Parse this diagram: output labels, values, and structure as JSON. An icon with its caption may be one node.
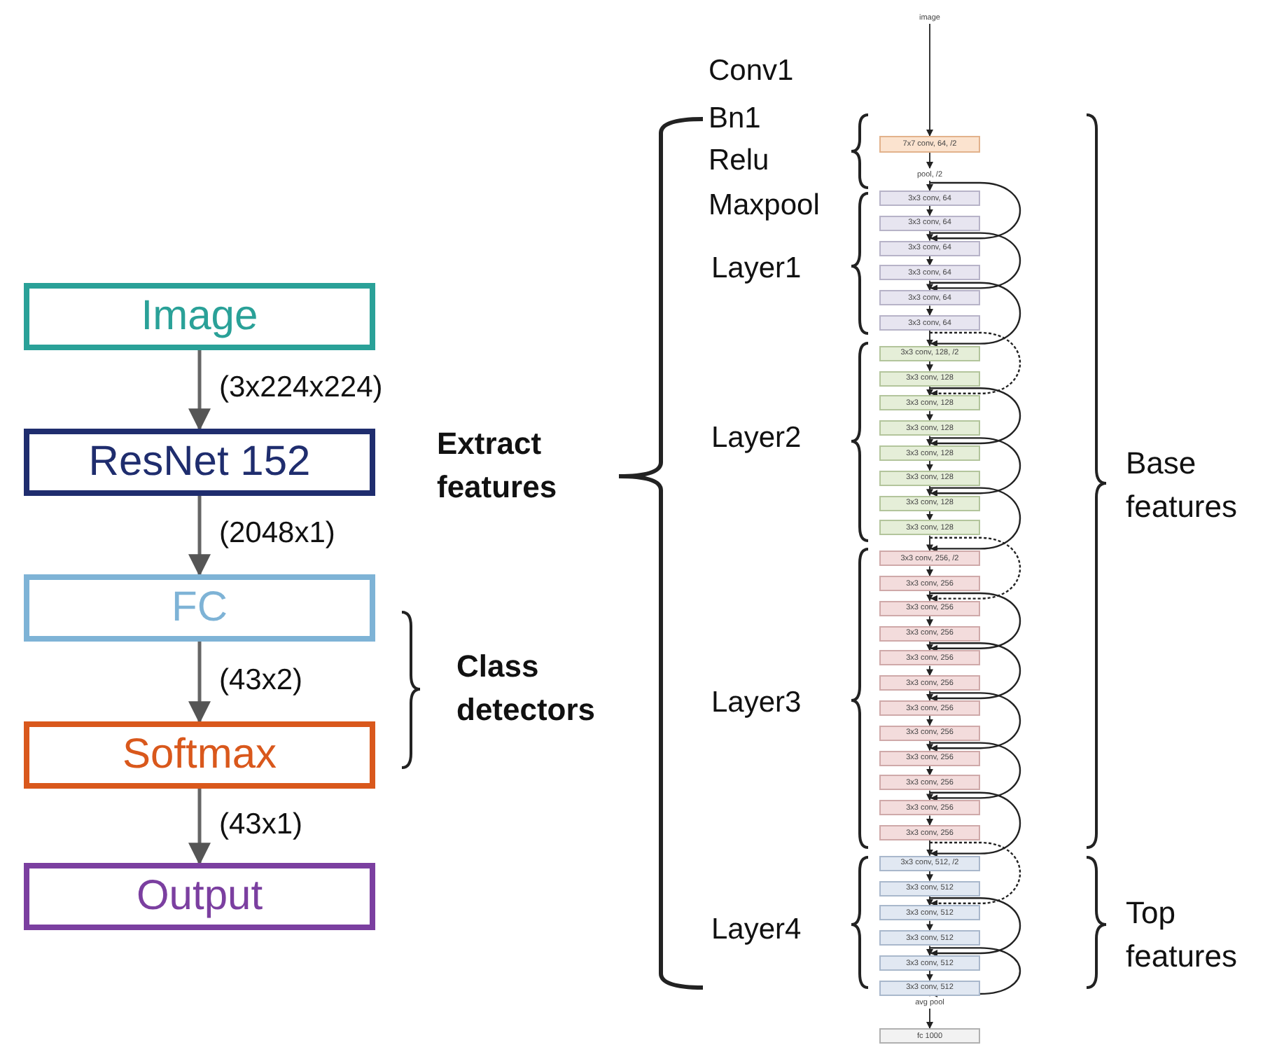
{
  "diagram": {
    "nodes": [
      {
        "text": [
          "Image"
        ]
      },
      {
        "text": [
          "ResNet 152"
        ]
      },
      {
        "text": [
          "FC"
        ]
      },
      {
        "text": [
          "Softmax"
        ]
      },
      {
        "text": [
          "Output"
        ]
      },
      {
        "text": [
          "image"
        ]
      },
      {
        "text": [
          "7x7 conv, 64, /2"
        ]
      },
      {
        "text": [
          "pool, /2"
        ]
      },
      {
        "text": [
          "3x3 conv, 64"
        ]
      },
      {
        "text": [
          "3x3 conv, 64"
        ]
      },
      {
        "text": [
          "3x3 conv, 64"
        ]
      },
      {
        "text": [
          "3x3 conv, 64"
        ]
      },
      {
        "text": [
          "3x3 conv, 64"
        ]
      },
      {
        "text": [
          "3x3 conv, 64"
        ]
      },
      {
        "text": [
          "3x3 conv, 128, /2"
        ]
      },
      {
        "text": [
          "3x3 conv, 128"
        ]
      },
      {
        "text": [
          "3x3 conv, 128"
        ]
      },
      {
        "text": [
          "3x3 conv, 128"
        ]
      },
      {
        "text": [
          "3x3 conv, 128"
        ]
      },
      {
        "text": [
          "3x3 conv, 128"
        ]
      },
      {
        "text": [
          "3x3 conv, 128"
        ]
      },
      {
        "text": [
          "3x3 conv, 128"
        ]
      },
      {
        "text": [
          "3x3 conv, 256, /2"
        ]
      },
      {
        "text": [
          "3x3 conv, 256"
        ]
      },
      {
        "text": [
          "3x3 conv, 256"
        ]
      },
      {
        "text": [
          "3x3 conv, 256"
        ]
      },
      {
        "text": [
          "3x3 conv, 256"
        ]
      },
      {
        "text": [
          "3x3 conv, 256"
        ]
      },
      {
        "text": [
          "3x3 conv, 256"
        ]
      },
      {
        "text": [
          "3x3 conv, 256"
        ]
      },
      {
        "text": [
          "3x3 conv, 256"
        ]
      },
      {
        "text": [
          "3x3 conv, 256"
        ]
      },
      {
        "text": [
          "3x3 conv, 256"
        ]
      },
      {
        "text": [
          "3x3 conv, 256"
        ]
      },
      {
        "text": [
          "3x3 conv, 512, /2"
        ]
      },
      {
        "text": [
          "3x3 conv, 512"
        ]
      },
      {
        "text": [
          "3x3 conv, 512"
        ]
      },
      {
        "text": [
          "3x3 conv, 512"
        ]
      },
      {
        "text": [
          "3x3 conv, 512"
        ]
      },
      {
        "text": [
          "3x3 conv, 512"
        ]
      },
      {
        "text": [
          "avg pool"
        ]
      },
      {
        "text": [
          "fc 1000"
        ]
      }
    ],
    "edges": [
      {
        "from": 0,
        "to": 1,
        "arrow": "to",
        "label": "(3x224x224)",
        "style": "thick"
      },
      {
        "from": 1,
        "to": 2,
        "arrow": "to",
        "label": "(2048x1)",
        "style": "thick"
      },
      {
        "from": 2,
        "to": 3,
        "arrow": "to",
        "label": "(43x2)",
        "style": "thick"
      },
      {
        "from": 3,
        "to": 4,
        "arrow": "to",
        "label": "(43x1)",
        "style": "thick"
      },
      {
        "from": 5,
        "to": 6,
        "arrow": "to"
      },
      {
        "from": 6,
        "to": 7,
        "arrow": "to"
      },
      {
        "from": 7,
        "to": 8,
        "arrow": "to"
      },
      {
        "from": 8,
        "to": 9,
        "arrow": "to"
      },
      {
        "from": 9,
        "to": 10,
        "arrow": "to"
      },
      {
        "from": 10,
        "to": 11,
        "arrow": "to"
      },
      {
        "from": 11,
        "to": 12,
        "arrow": "to"
      },
      {
        "from": 12,
        "to": 13,
        "arrow": "to"
      },
      {
        "from": 13,
        "to": 14,
        "arrow": "to"
      },
      {
        "from": 14,
        "to": 15,
        "arrow": "to"
      },
      {
        "from": 15,
        "to": 16,
        "arrow": "to"
      },
      {
        "from": 16,
        "to": 17,
        "arrow": "to"
      },
      {
        "from": 17,
        "to": 18,
        "arrow": "to"
      },
      {
        "from": 18,
        "to": 19,
        "arrow": "to"
      },
      {
        "from": 19,
        "to": 20,
        "arrow": "to"
      },
      {
        "from": 20,
        "to": 21,
        "arrow": "to"
      },
      {
        "from": 21,
        "to": 22,
        "arrow": "to"
      },
      {
        "from": 22,
        "to": 23,
        "arrow": "to"
      },
      {
        "from": 23,
        "to": 24,
        "arrow": "to"
      },
      {
        "from": 24,
        "to": 25,
        "arrow": "to"
      },
      {
        "from": 25,
        "to": 26,
        "arrow": "to"
      },
      {
        "from": 26,
        "to": 27,
        "arrow": "to"
      },
      {
        "from": 27,
        "to": 28,
        "arrow": "to"
      },
      {
        "from": 28,
        "to": 29,
        "arrow": "to"
      },
      {
        "from": 29,
        "to": 30,
        "arrow": "to"
      },
      {
        "from": 30,
        "to": 31,
        "arrow": "to"
      },
      {
        "from": 31,
        "to": 32,
        "arrow": "to"
      },
      {
        "from": 32,
        "to": 33,
        "arrow": "to"
      },
      {
        "from": 33,
        "to": 34,
        "arrow": "to"
      },
      {
        "from": 34,
        "to": 35,
        "arrow": "to"
      },
      {
        "from": 35,
        "to": 36,
        "arrow": "to"
      },
      {
        "from": 36,
        "to": 37,
        "arrow": "to"
      },
      {
        "from": 37,
        "to": 38,
        "arrow": "to"
      },
      {
        "from": 38,
        "to": 39,
        "arrow": "to"
      },
      {
        "from": 39,
        "to": 40,
        "arrow": "to"
      },
      {
        "from": 40,
        "to": 41,
        "arrow": "to"
      },
      {
        "from": 7,
        "to": 10,
        "arrow": "to"
      },
      {
        "from": 9,
        "to": 12,
        "arrow": "to"
      },
      {
        "from": 11,
        "to": 14,
        "arrow": "to"
      },
      {
        "from": 13,
        "to": 16,
        "arrow": "to",
        "style": "dashed"
      },
      {
        "from": 15,
        "to": 18,
        "arrow": "to"
      },
      {
        "from": 17,
        "to": 20,
        "arrow": "to"
      },
      {
        "from": 19,
        "to": 22,
        "arrow": "to"
      },
      {
        "from": 21,
        "to": 24,
        "arrow": "to",
        "style": "dashed"
      },
      {
        "from": 23,
        "to": 26,
        "arrow": "to"
      },
      {
        "from": 25,
        "to": 28,
        "arrow": "to"
      },
      {
        "from": 27,
        "to": 30,
        "arrow": "to"
      },
      {
        "from": 29,
        "to": 32,
        "arrow": "to"
      },
      {
        "from": 31,
        "to": 34,
        "arrow": "to"
      },
      {
        "from": 33,
        "to": 36,
        "arrow": "to",
        "style": "dashed"
      },
      {
        "from": 35,
        "to": 38,
        "arrow": "to"
      },
      {
        "from": 37,
        "to": 40,
        "arrow": "to"
      }
    ],
    "labels": [
      "Conv1",
      "Bn1",
      "Relu",
      "Maxpool",
      "Layer1",
      "Extract features",
      "Layer2",
      "Base features",
      "Class detectors",
      "Layer3",
      "Layer4",
      "Top features"
    ]
  }
}
